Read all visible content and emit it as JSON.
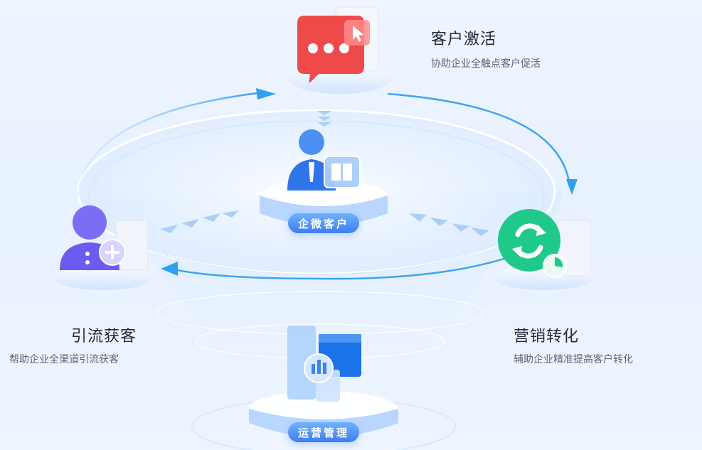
{
  "top": {
    "title": "客户激活",
    "subtitle": "协助企业全触点客户促活"
  },
  "left": {
    "title": "引流获客",
    "subtitle": "帮助企业全渠道引流获客"
  },
  "right": {
    "title": "营销转化",
    "subtitle": "辅助企业精准提高客户转化"
  },
  "center": {
    "label": "企微客户"
  },
  "bottom": {
    "label": "运营管理"
  },
  "colors": {
    "accent": "#3d7df0",
    "red": "#ef4a4a",
    "purple": "#6a5cf0",
    "green": "#1fc98a"
  }
}
